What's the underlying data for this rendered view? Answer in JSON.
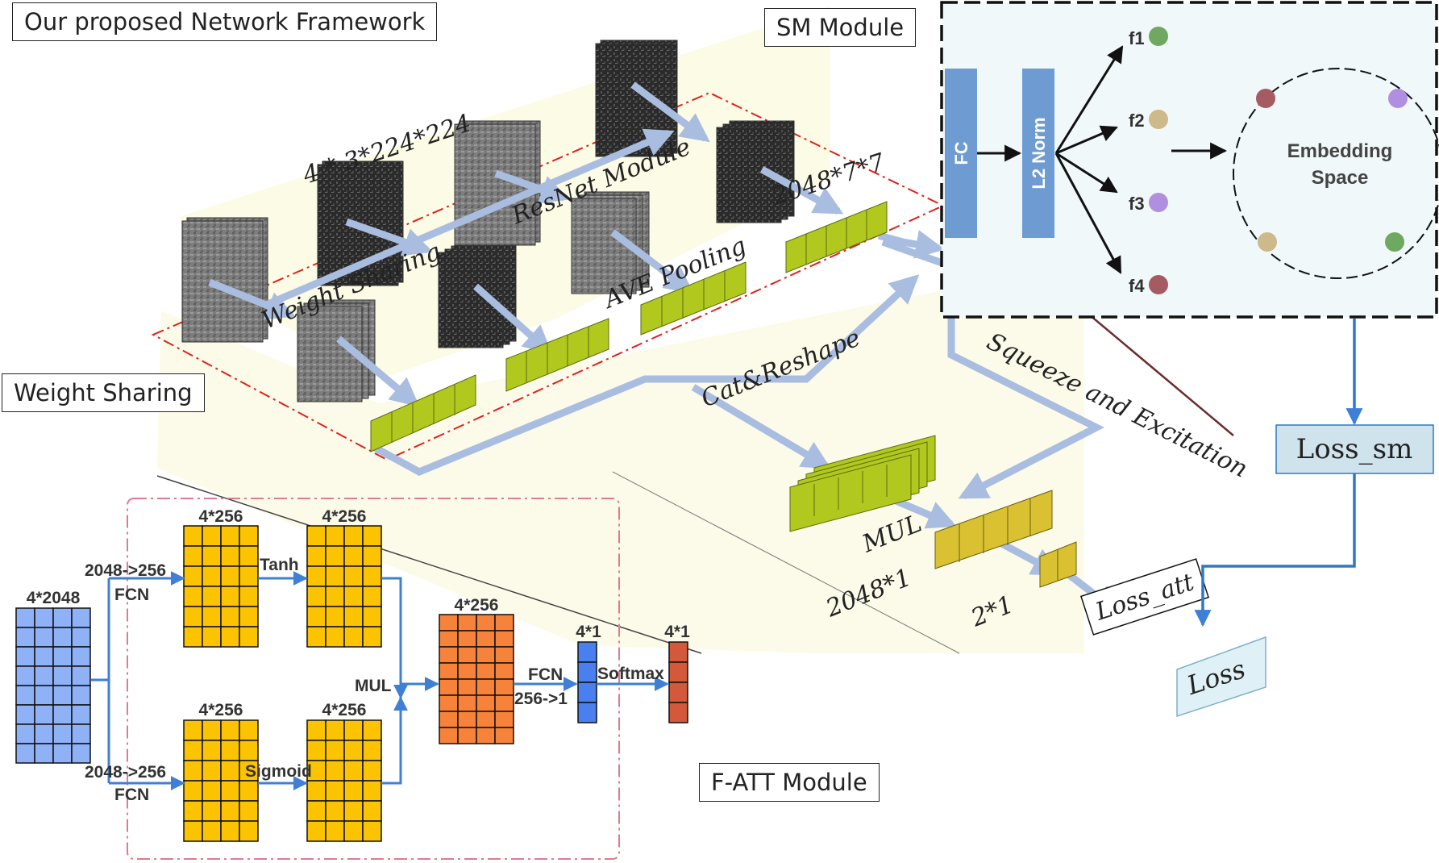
{
  "framework": {
    "title": "Our proposed Network Framework",
    "input_label": "4 * 3*224*224",
    "resnet_label": "ResNet Module",
    "weight_sharing_italic": "Weight Sharing",
    "weight_sharing_box": "Weight Sharing",
    "pooling_label": "AVE Pooling",
    "feature_map_label": "2048*7*7",
    "cat_reshape_label": "Cat&Reshape",
    "se_label": "Squeeze and Excitation",
    "mul_label": "MUL",
    "vec_2048_label": "2048*1",
    "vec_2_label": "2*1",
    "loss_att": "Loss_att",
    "loss_sm": "Loss_sm",
    "loss": "Loss"
  },
  "sm_module": {
    "title": "SM Module",
    "fc_label": "FC",
    "l2_label": "L2 Norm",
    "features": [
      {
        "label": "f1",
        "color": "#6fa860"
      },
      {
        "label": "f2",
        "color": "#cdb98a"
      },
      {
        "label": "f3",
        "color": "#b08fe0"
      },
      {
        "label": "f4",
        "color": "#a65a62"
      }
    ],
    "embedding_label_line1": "Embedding",
    "embedding_label_line2": "Space",
    "embedding_points": [
      "#a65a62",
      "#b08fe0",
      "#cdb98a",
      "#6fa860"
    ]
  },
  "fatt_module": {
    "title": "F-ATT Module",
    "input_dim": "4*2048",
    "fcn_top_line1": "2048->256",
    "fcn_top_line2": "FCN",
    "fcn_bottom_line1": "2048->256",
    "fcn_bottom_line2": "FCN",
    "dim_256": "4*256",
    "tanh": "Tanh",
    "sigmoid": "Sigmoid",
    "mul": "MUL",
    "fcn_out_line1": "FCN",
    "fcn_out_line2": "256->1",
    "softmax": "Softmax",
    "dim_1": "4*1",
    "colors": {
      "input": "#8fb1f5",
      "matrix": "#fbc300",
      "product": "#f7823a",
      "logit": "#4a7ff0",
      "softmax": "#d4583a",
      "arrow": "#3f7fd6"
    }
  }
}
